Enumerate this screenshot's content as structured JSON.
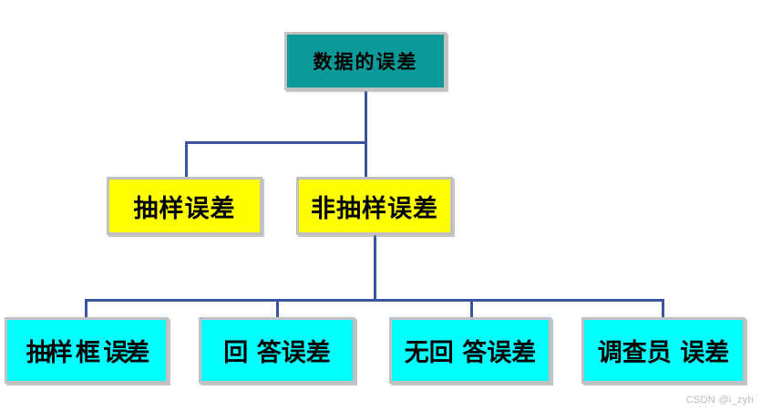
{
  "diagram": {
    "type": "hierarchy-flowchart",
    "title": "数据的误差",
    "levels": [
      {
        "level": 1,
        "nodes": [
          {
            "id": "root",
            "label": "数据的误差",
            "fill": "#0b9a9a",
            "border": "#c0c0c0",
            "text_color": "#000000"
          }
        ]
      },
      {
        "level": 2,
        "nodes": [
          {
            "id": "sampling-error",
            "label": "抽样误差",
            "fill": "#ffff00",
            "border": "#c0c0c0",
            "text_color": "#000000"
          },
          {
            "id": "non-sampling-error",
            "label": "非抽样误差",
            "fill": "#ffff00",
            "border": "#c0c0c0",
            "text_color": "#000000"
          }
        ]
      },
      {
        "level": 3,
        "nodes": [
          {
            "id": "frame-error",
            "label": "抽样 框 误差",
            "fill": "#00ffff",
            "border": "#c0c0c0",
            "text_color": "#000000"
          },
          {
            "id": "response-error",
            "label": "回 答误差",
            "fill": "#00ffff",
            "border": "#c0c0c0",
            "text_color": "#000000"
          },
          {
            "id": "non-response-error",
            "label": "无回 答误差",
            "fill": "#00ffff",
            "border": "#c0c0c0",
            "text_color": "#000000"
          },
          {
            "id": "interviewer-error",
            "label": "调查员 误差",
            "fill": "#00ffff",
            "border": "#c0c0c0",
            "text_color": "#000000"
          }
        ]
      }
    ],
    "connector_color": "#3a53a4",
    "background": "#ffffff"
  },
  "watermark": {
    "text": "CSDN @i_zyh",
    "color": "#b9b9b9"
  }
}
